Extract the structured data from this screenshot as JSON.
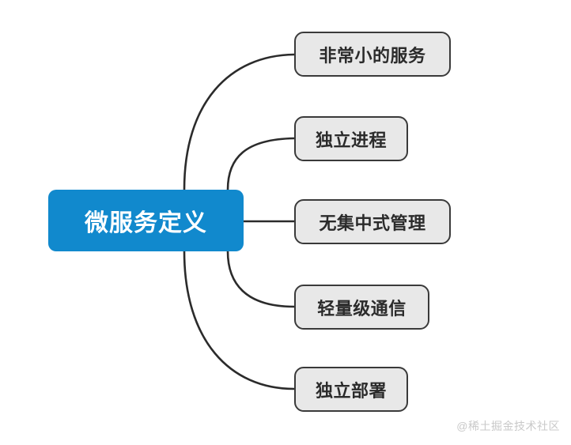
{
  "diagram": {
    "type": "mindmap",
    "title": "微服务定义",
    "root": {
      "label": "微服务定义",
      "fill_color": "#1189cd",
      "text_color": "#ffffff"
    },
    "branches": [
      {
        "label": "非常小的服务",
        "fill_color": "#e8e8e8",
        "border_color": "#3a3a3a",
        "text_color": "#2b2b2b"
      },
      {
        "label": "独立进程",
        "fill_color": "#e8e8e8",
        "border_color": "#3a3a3a",
        "text_color": "#2b2b2b"
      },
      {
        "label": "无集中式管理",
        "fill_color": "#e8e8e8",
        "border_color": "#3a3a3a",
        "text_color": "#2b2b2b"
      },
      {
        "label": "轻量级通信",
        "fill_color": "#e8e8e8",
        "border_color": "#3a3a3a",
        "text_color": "#2b2b2b"
      },
      {
        "label": "独立部署",
        "fill_color": "#e8e8e8",
        "border_color": "#3a3a3a",
        "text_color": "#2b2b2b"
      }
    ],
    "connector_color": "#2b2b2b",
    "background_color": "#ffffff"
  },
  "watermark": {
    "text": "@稀土掘金技术社区",
    "color": "#c9c9c9"
  }
}
